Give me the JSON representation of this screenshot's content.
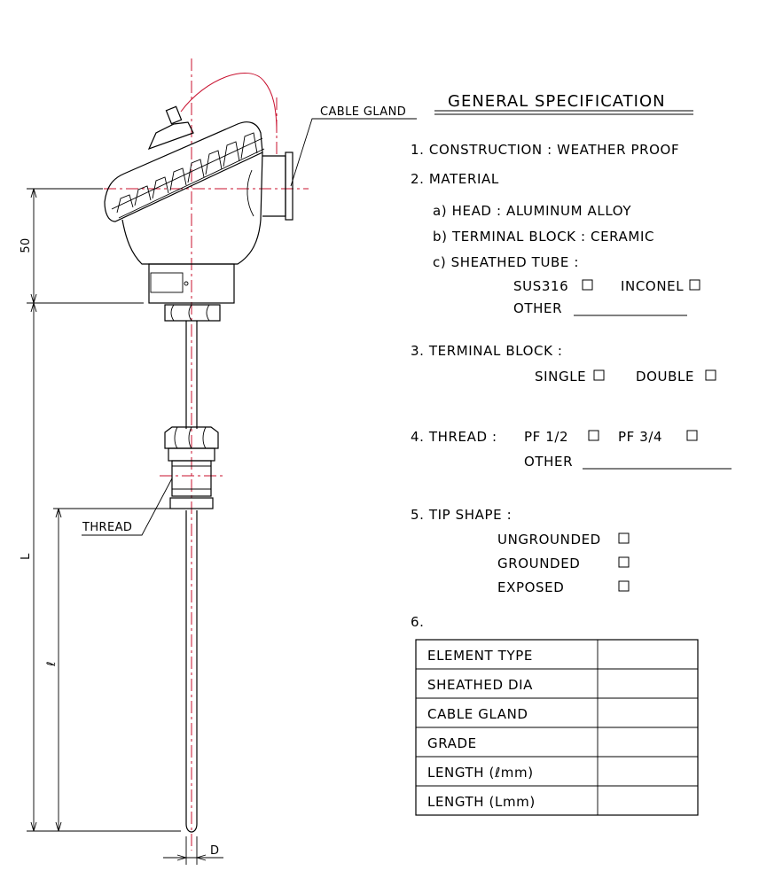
{
  "drawing": {
    "callouts": {
      "cable_gland": "CABLE GLAND",
      "thread": "THREAD"
    },
    "dimensions": {
      "head_height": "50",
      "total_length": "L",
      "insertion_length": "ℓ",
      "diameter": "D"
    },
    "colors": {
      "centerline": "#c8102e",
      "ink": "#000000"
    }
  },
  "spec": {
    "title": "GENERAL SPECIFICATION",
    "items": {
      "construction": "1.  CONSTRUCTION  :  WEATHER  PROOF",
      "material": "2.  MATERIAL",
      "head": "a)  HEAD  :  ALUMINUM  ALLOY",
      "terminal_block_material": "b)  TERMINAL  BLOCK  :  CERAMIC",
      "sheathed_tube": "c)  SHEATHED  TUBE  :",
      "sus316": "SUS316",
      "inconel": "INCONEL",
      "other_tube": "OTHER",
      "terminal_block": "3.  TERMINAL  BLOCK  :",
      "single": "SINGLE",
      "double": "DOUBLE",
      "thread": "4.  THREAD  :",
      "pf12": "PF  1/2",
      "pf34": "PF  3/4",
      "other_thread": "OTHER",
      "tip_shape": "5.  TIP  SHAPE  :",
      "ungrounded": "UNGROUNDED",
      "grounded": "GROUNDED",
      "exposed": "EXPOSED",
      "six": "6."
    },
    "table": {
      "rows": [
        {
          "label": "ELEMENT  TYPE",
          "value": ""
        },
        {
          "label": "SHEATHED  DIA",
          "value": ""
        },
        {
          "label": "CABLE  GLAND",
          "value": ""
        },
        {
          "label": "GRADE",
          "value": ""
        },
        {
          "label": "LENGTH  (ℓmm)",
          "value": ""
        },
        {
          "label": "LENGTH  (Lmm)",
          "value": ""
        }
      ]
    }
  }
}
